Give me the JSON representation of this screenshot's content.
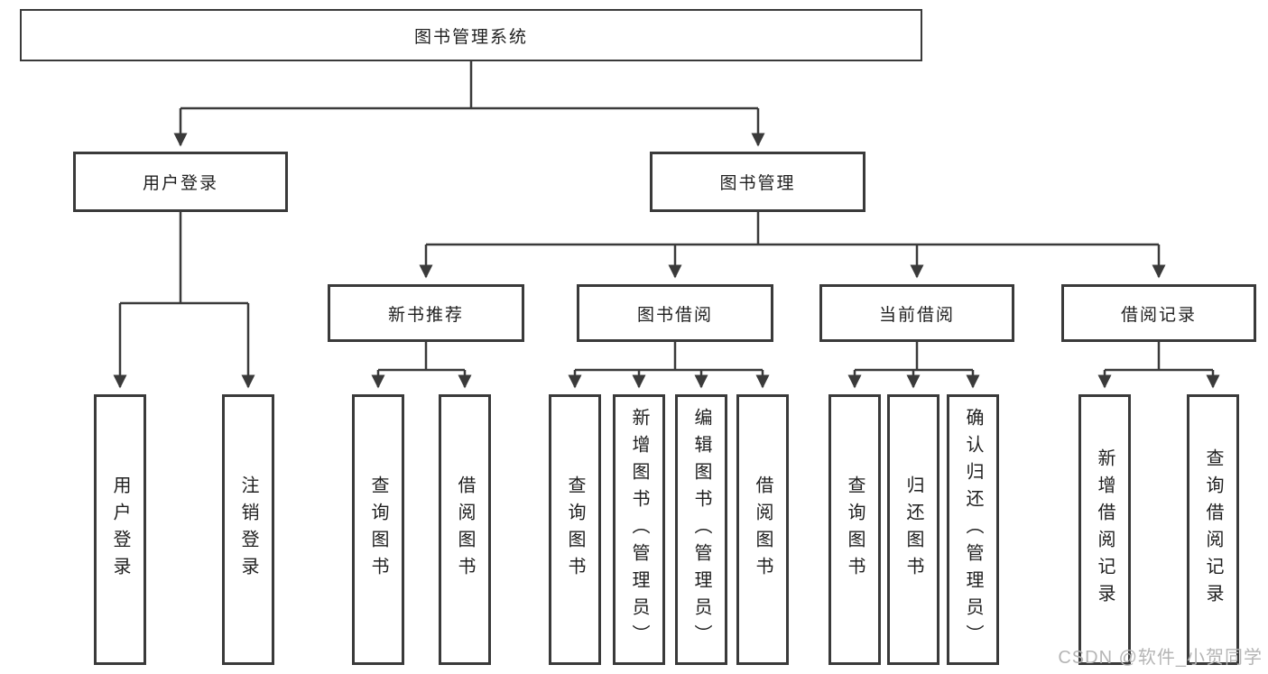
{
  "colors": {
    "line": "#3a3a3a",
    "text": "#1f1f1f",
    "box_bg": "#ffffff",
    "watermark": "#b5b5b5"
  },
  "diagram": {
    "type": "hierarchy-tree",
    "root": {
      "label": "图书管理系统"
    },
    "branches": [
      {
        "label": "用户登录",
        "children": [
          {
            "label": "用户登录"
          },
          {
            "label": "注销登录"
          }
        ]
      },
      {
        "label": "图书管理",
        "children": [
          {
            "label": "新书推荐",
            "children": [
              {
                "label": "查询图书"
              },
              {
                "label": "借阅图书"
              }
            ]
          },
          {
            "label": "图书借阅",
            "children": [
              {
                "label": "查询图书"
              },
              {
                "label": "新增图书（管理员）"
              },
              {
                "label": "编辑图书（管理员）"
              },
              {
                "label": "借阅图书"
              }
            ]
          },
          {
            "label": "当前借阅",
            "children": [
              {
                "label": "查询图书"
              },
              {
                "label": "归还图书"
              },
              {
                "label": "确认归还（管理员）"
              }
            ]
          },
          {
            "label": "借阅记录",
            "children": [
              {
                "label": "新增借阅记录"
              },
              {
                "label": "查询借阅记录"
              }
            ]
          }
        ]
      }
    ]
  },
  "watermark": {
    "text": "CSDN @软件_小贺同学"
  }
}
